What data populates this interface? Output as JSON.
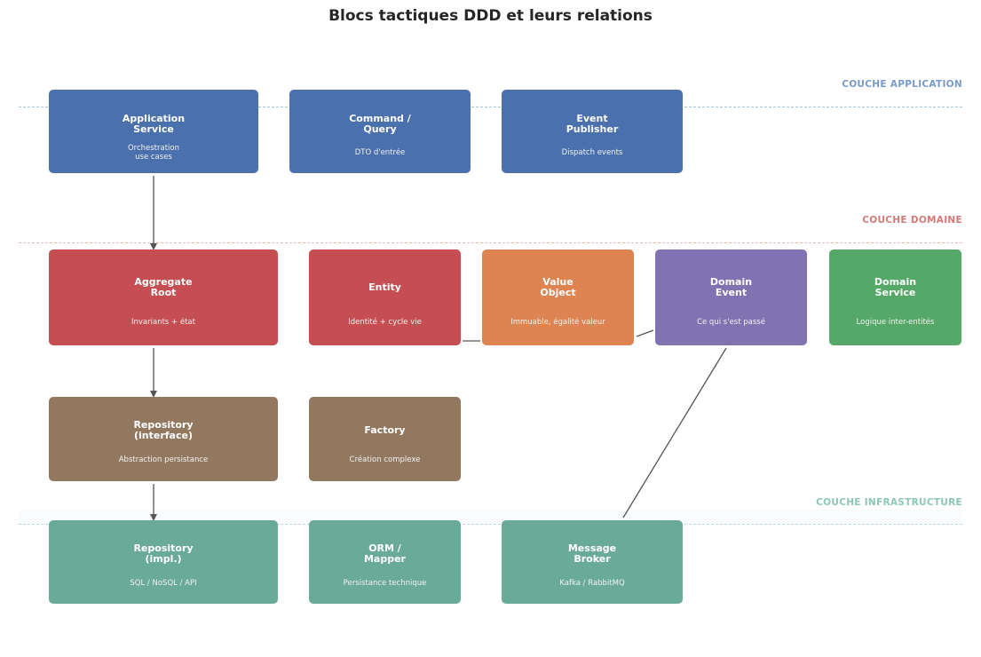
{
  "title": "Blocs tactiques DDD et leurs relations",
  "layers": {
    "application": {
      "label": "COUCHE APPLICATION",
      "color": "#7a9ac8",
      "line_color": "#a9c4d6"
    },
    "domaine": {
      "label": "COUCHE DOMAINE",
      "color": "#d47a7a",
      "line_color": "#efb5b5"
    },
    "infrastructure": {
      "label": "COUCHE INFRASTRUCTURE",
      "color": "#8cc7b4",
      "line_color": "#b9d9d6"
    }
  },
  "blocks": {
    "application_service": {
      "name": "Application\nService",
      "desc": "Orchestration\nuse cases",
      "color": "#4a70ae"
    },
    "command_query": {
      "name": "Command /\nQuery",
      "desc": "DTO d'entrée",
      "color": "#4a70ae"
    },
    "event_publisher": {
      "name": "Event\nPublisher",
      "desc": "Dispatch events",
      "color": "#4a70ae"
    },
    "aggregate_root": {
      "name": "Aggregate\nRoot",
      "desc": "Invariants + état",
      "color": "#c44e52"
    },
    "entity": {
      "name": "Entity",
      "desc": "Identité + cycle vie",
      "color": "#c44e52"
    },
    "value_object": {
      "name": "Value\nObject",
      "desc": "Immuable, égalité valeur",
      "color": "#dd8452"
    },
    "domain_event": {
      "name": "Domain\nEvent",
      "desc": "Ce qui s'est passé",
      "color": "#8172b2"
    },
    "domain_service": {
      "name": "Domain\nService",
      "desc": "Logique inter-entités",
      "color": "#55a868"
    },
    "repository_interface": {
      "name": "Repository\n(interface)",
      "desc": "Abstraction persistance",
      "color": "#937860"
    },
    "factory": {
      "name": "Factory",
      "desc": "Création complexe",
      "color": "#937860"
    },
    "repository_impl": {
      "name": "Repository\n(impl.)",
      "desc": "SQL / NoSQL / API",
      "color": "#6aaa99"
    },
    "orm_mapper": {
      "name": "ORM /\nMapper",
      "desc": "Persistance technique",
      "color": "#6aaa99"
    },
    "message_broker": {
      "name": "Message\nBroker",
      "desc": "Kafka / RabbitMQ",
      "color": "#6aaa99"
    }
  },
  "relations": [
    {
      "from": "application_service",
      "to": "aggregate_root",
      "arrow": true
    },
    {
      "from": "aggregate_root",
      "to": "repository_interface",
      "arrow": true
    },
    {
      "from": "repository_interface",
      "to": "repository_impl",
      "arrow": true
    },
    {
      "from": "entity",
      "to": "value_object",
      "arrow": false
    },
    {
      "from": "value_object",
      "to": "domain_event",
      "arrow": false
    },
    {
      "from": "domain_event",
      "to": "message_broker",
      "arrow": false
    }
  ],
  "edge_color": "#555555"
}
